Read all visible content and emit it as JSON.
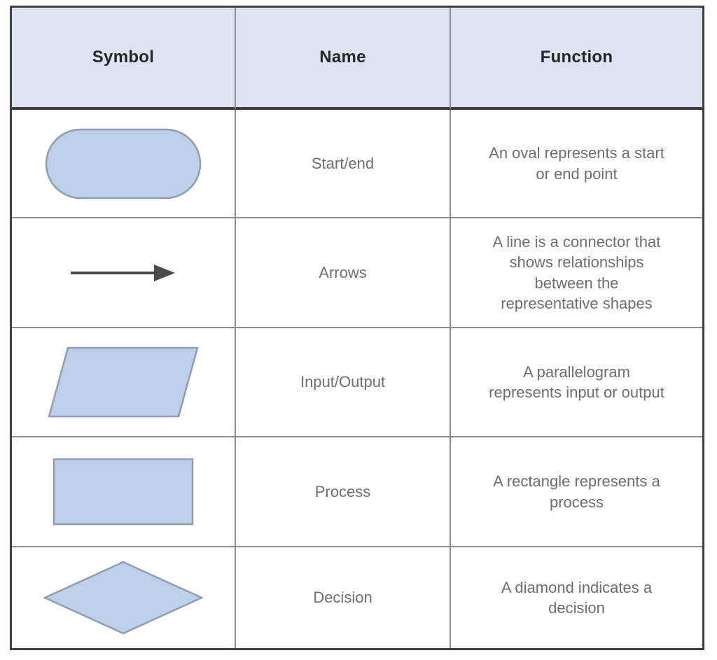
{
  "table": {
    "columns": [
      {
        "label": "Symbol"
      },
      {
        "label": "Name"
      },
      {
        "label": "Function"
      }
    ],
    "rows": [
      {
        "icon": "oval-icon",
        "name": "Start/end",
        "function": "An oval represents a start\nor end point"
      },
      {
        "icon": "arrow-icon",
        "name": "Arrows",
        "function": "A line is a connector that\nshows relationships\nbetween the\nrepresentative shapes"
      },
      {
        "icon": "parallelogram-icon",
        "name": "Input/Output",
        "function": "A parallelogram\nrepresents input or output"
      },
      {
        "icon": "rectangle-icon",
        "name": "Process",
        "function": "A rectangle represents a\nprocess"
      },
      {
        "icon": "diamond-icon",
        "name": "Decision",
        "function": "A diamond indicates a\ndecision"
      }
    ],
    "colors": {
      "header_bg": "#dbe4f0",
      "header_text": "#262626",
      "body_text": "#6e6e6e",
      "shape_fill": "#bdd0e7",
      "shape_border": "#8f9cb3",
      "outer_border": "#3f3f3f",
      "grid_line": "#8c8c8c",
      "arrow_color": "#4a4a4a"
    }
  }
}
